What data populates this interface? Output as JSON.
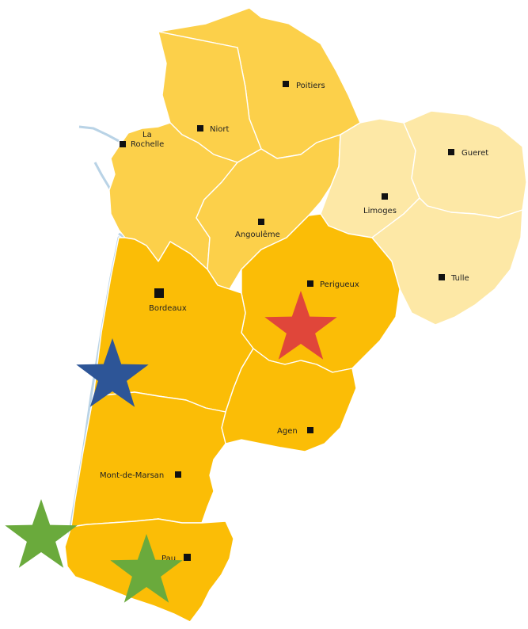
{
  "colors": {
    "north": "#fcd04a",
    "limousin": "#fde8a6",
    "south": "#fbbd06",
    "coast": "#b9d3e6",
    "marker": "#111111",
    "star_red": "#e0463a",
    "star_blue": "#2d5597",
    "star_green": "#6aaa3c"
  },
  "cities": {
    "poitiers": "Poitiers",
    "niort": "Niort",
    "la_rochelle_1": "La",
    "la_rochelle_2": "Rochelle",
    "gueret": "Gueret",
    "limoges": "Limoges",
    "angouleme": "Angoulême",
    "tulle": "Tulle",
    "perigueux": "Perigueux",
    "bordeaux": "Bordeaux",
    "agen": "Agen",
    "mont_de_marsan": "Mont-de-Marsan",
    "pau": "Pau"
  },
  "markers": [
    {
      "name": "red-star",
      "color": "star_red"
    },
    {
      "name": "blue-star",
      "color": "star_blue"
    },
    {
      "name": "green-star-coast",
      "color": "star_green"
    },
    {
      "name": "green-star-pau",
      "color": "star_green"
    }
  ]
}
